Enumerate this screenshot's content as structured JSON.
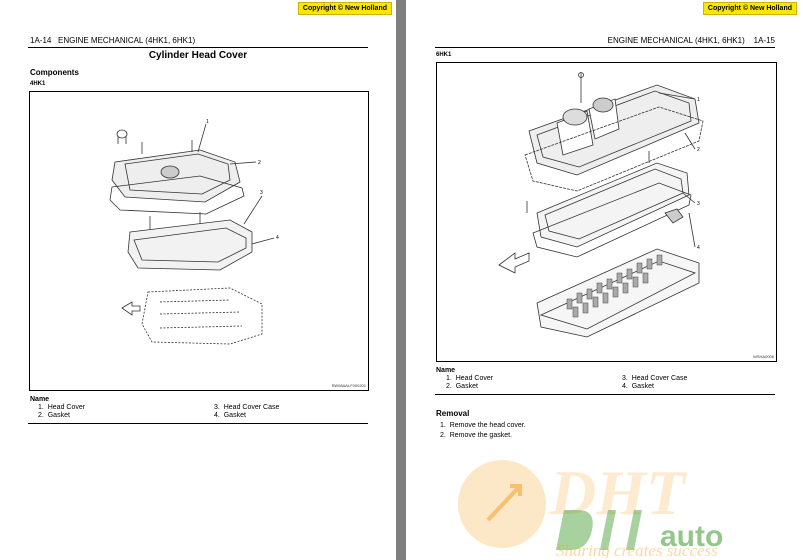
{
  "copyright": "Copyright © New Holland",
  "left_page": {
    "page_number": "1A-14",
    "section": "ENGINE MECHANICAL (4HK1, 6HK1)",
    "title": "Cylinder Head Cover",
    "components_heading": "Components",
    "model": "4HK1",
    "figure_code": "RW08AALF000201",
    "callouts": [
      "1",
      "2",
      "3",
      "4"
    ],
    "legend_heading": "Name",
    "legend": [
      {
        "num": "1.",
        "label": "Head Cover"
      },
      {
        "num": "3.",
        "label": "Head Cover Case"
      },
      {
        "num": "2.",
        "label": "Gasket"
      },
      {
        "num": "4.",
        "label": "Gasket"
      }
    ]
  },
  "right_page": {
    "section": "ENGINE MECHANICAL (4HK1, 6HK1)",
    "page_number": "1A-15",
    "model": "6HK1",
    "figure_code": "WSHA0006",
    "callouts": [
      "1",
      "2",
      "3",
      "4"
    ],
    "legend_heading": "Name",
    "legend": [
      {
        "num": "1.",
        "label": "Head Cover"
      },
      {
        "num": "3.",
        "label": "Head Cover Case"
      },
      {
        "num": "2.",
        "label": "Gasket"
      },
      {
        "num": "4.",
        "label": "Gasket"
      }
    ],
    "removal_heading": "Removal",
    "steps": [
      {
        "num": "1.",
        "text": "Remove the head cover."
      },
      {
        "num": "2.",
        "text": "Remove the gasket."
      }
    ]
  },
  "watermark": {
    "logo_text": "DHT",
    "brand_text": "auto",
    "tagline": "Sharing creates success"
  },
  "colors": {
    "copyright_bg": "#ffe600",
    "watermark_orange": "#f4a020",
    "watermark_green": "#3c9a2a"
  }
}
